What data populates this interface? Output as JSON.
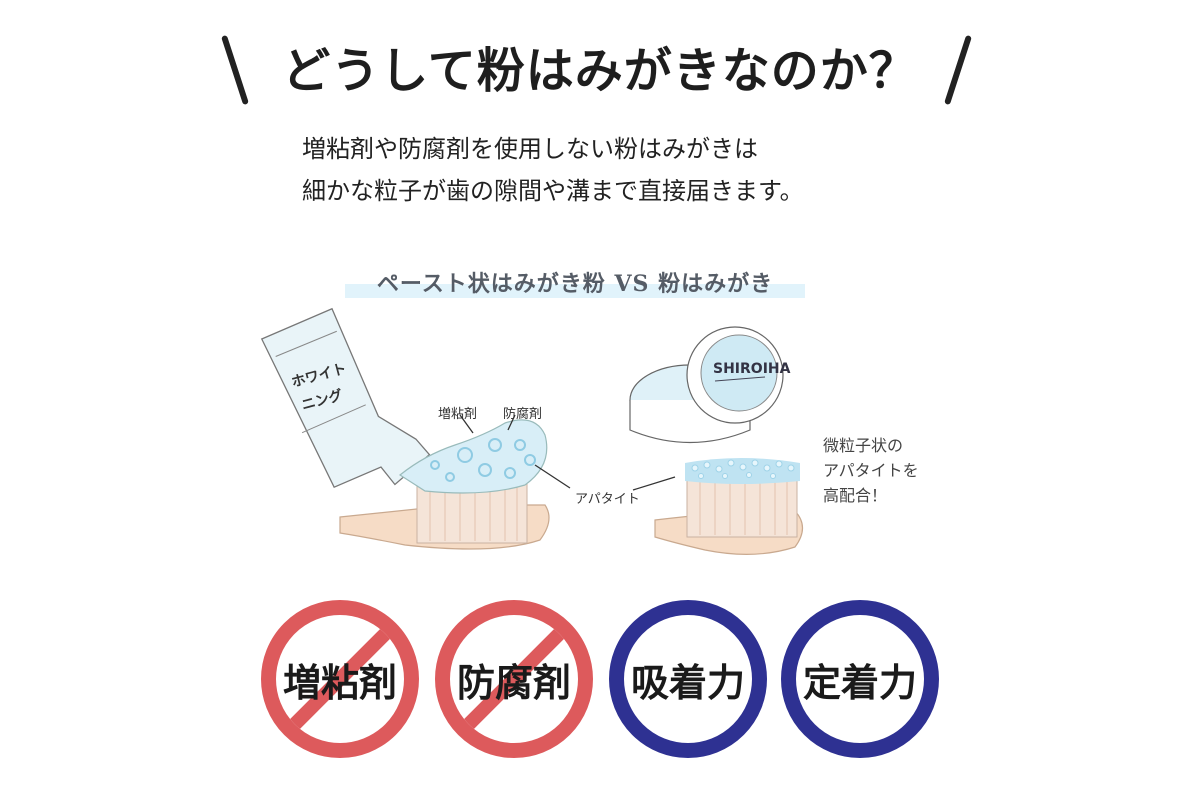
{
  "headline": {
    "title": "どうして粉はみがきなのか？"
  },
  "lead": {
    "lines": [
      "増粘剤や防腐剤を使用しない粉はみがきは",
      "細かな粒子が歯の隙間や溝まで直接届きます。"
    ]
  },
  "comparison": {
    "title": "ペースト状はみがき粉 VS 粉はみがき",
    "tube_label_line1": "ホワイト",
    "tube_label_line2": "ニング",
    "case_brand": "SHIROIHA",
    "labels": {
      "thickener": "増粘剤",
      "preservative": "防腐剤",
      "apatite": "アパタイト"
    },
    "callout": [
      "微粒子状の",
      "アパタイトを",
      "高配合！"
    ]
  },
  "badges": [
    {
      "label": "増粘剤",
      "type": "prohibited",
      "color": "#dd5a5c"
    },
    {
      "label": "防腐剤",
      "type": "prohibited",
      "color": "#dd5a5c"
    },
    {
      "label": "吸着力",
      "type": "positive",
      "color": "#2e3192"
    },
    {
      "label": "定着力",
      "type": "positive",
      "color": "#2e3192"
    }
  ]
}
